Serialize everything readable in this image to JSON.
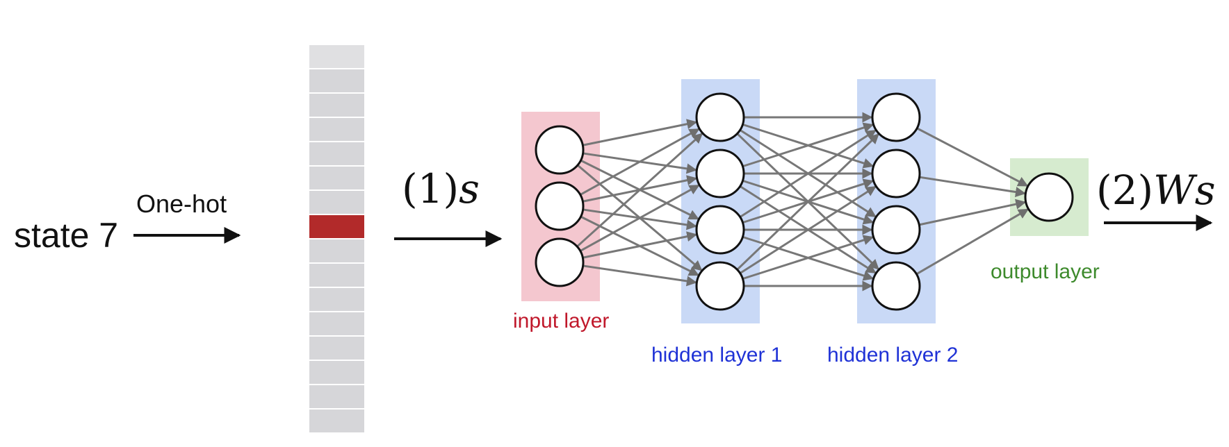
{
  "labels": {
    "state": "state 7",
    "encoding": "One-hot",
    "input_math": {
      "num": "(1)",
      "var": "s"
    },
    "output_math": {
      "num": "(2)",
      "var": "Ws"
    },
    "input_layer": "input layer",
    "hidden_layer_1": "hidden layer 1",
    "hidden_layer_2": "hidden layer 2",
    "output_layer": "output layer"
  },
  "one_hot": {
    "cells": 16,
    "active_index": 7
  },
  "network": {
    "layer_sizes": [
      3,
      4,
      4,
      1
    ]
  },
  "colors": {
    "active_cell": "#b22a2a",
    "inactive_cell": "#d6d6d9",
    "top_cell": "#e0e0e2",
    "input_layer_bg": "#f4c7cf",
    "hidden_layer_bg": "#c9d9f6",
    "output_layer_bg": "#d6ebcf",
    "input_layer_text": "#c0182b",
    "hidden_layer_text": "#1f32d6",
    "output_layer_text": "#3d8a2c",
    "edge": "#777777",
    "text": "#111111"
  }
}
